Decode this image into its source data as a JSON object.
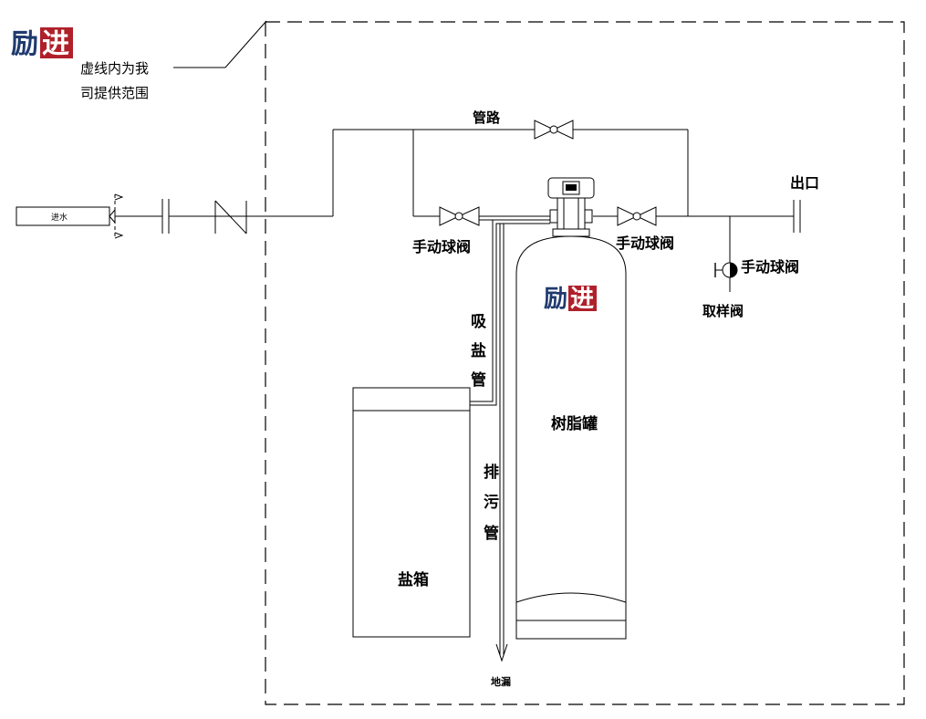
{
  "brand": {
    "logo_left": "励",
    "logo_right": "进",
    "color_dark": "#1f3a6e",
    "color_red": "#b0202a"
  },
  "scope_note": {
    "line1": "虚线内为我",
    "line2": "司提供范围"
  },
  "labels": {
    "inlet": "进水",
    "bypass_pipe": "管路",
    "manual_valve_left": "手动球阀",
    "manual_valve_right": "手动球阀",
    "manual_valve_outlet": "手动球阀",
    "outlet": "出口",
    "sampling_valve": "取样阀",
    "brine_pipe": [
      "吸",
      "盐",
      "管"
    ],
    "drain_pipe": [
      "排",
      "污",
      "管"
    ],
    "resin_tank": "树脂罐",
    "brine_tank": "盐箱",
    "floor_drain": "地漏"
  }
}
